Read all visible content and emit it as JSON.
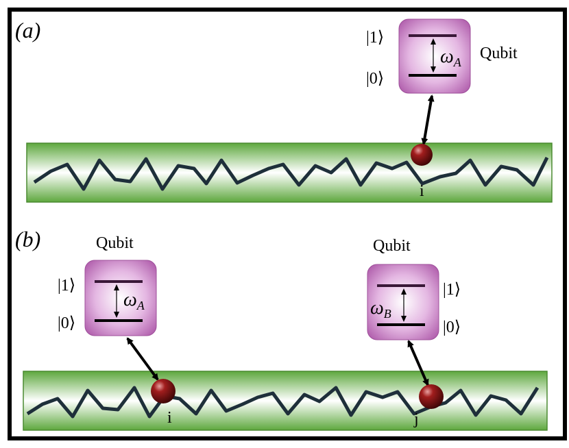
{
  "panel_a": {
    "label": "(a)",
    "qubit": {
      "label": "Qubit",
      "ket1": "|1⟩",
      "ket0": "|0⟩",
      "omega": "ω",
      "omega_sub": "A"
    },
    "site": "i"
  },
  "panel_b": {
    "label": "(b)",
    "qubit_left": {
      "label": "Qubit",
      "ket1": "|1⟩",
      "ket0": "|0⟩",
      "omega": "ω",
      "omega_sub": "A"
    },
    "qubit_right": {
      "label": "Qubit",
      "ket1": "|1⟩",
      "ket0": "|0⟩",
      "omega": "ω",
      "omega_sub": "B"
    },
    "site_left": "i",
    "site_right": "j"
  },
  "colors": {
    "chain_green": "#6cae4c",
    "chain_line": "#1e2f3a",
    "qubit_purple": "#c77ec4",
    "ball": "#7a0c0c"
  }
}
